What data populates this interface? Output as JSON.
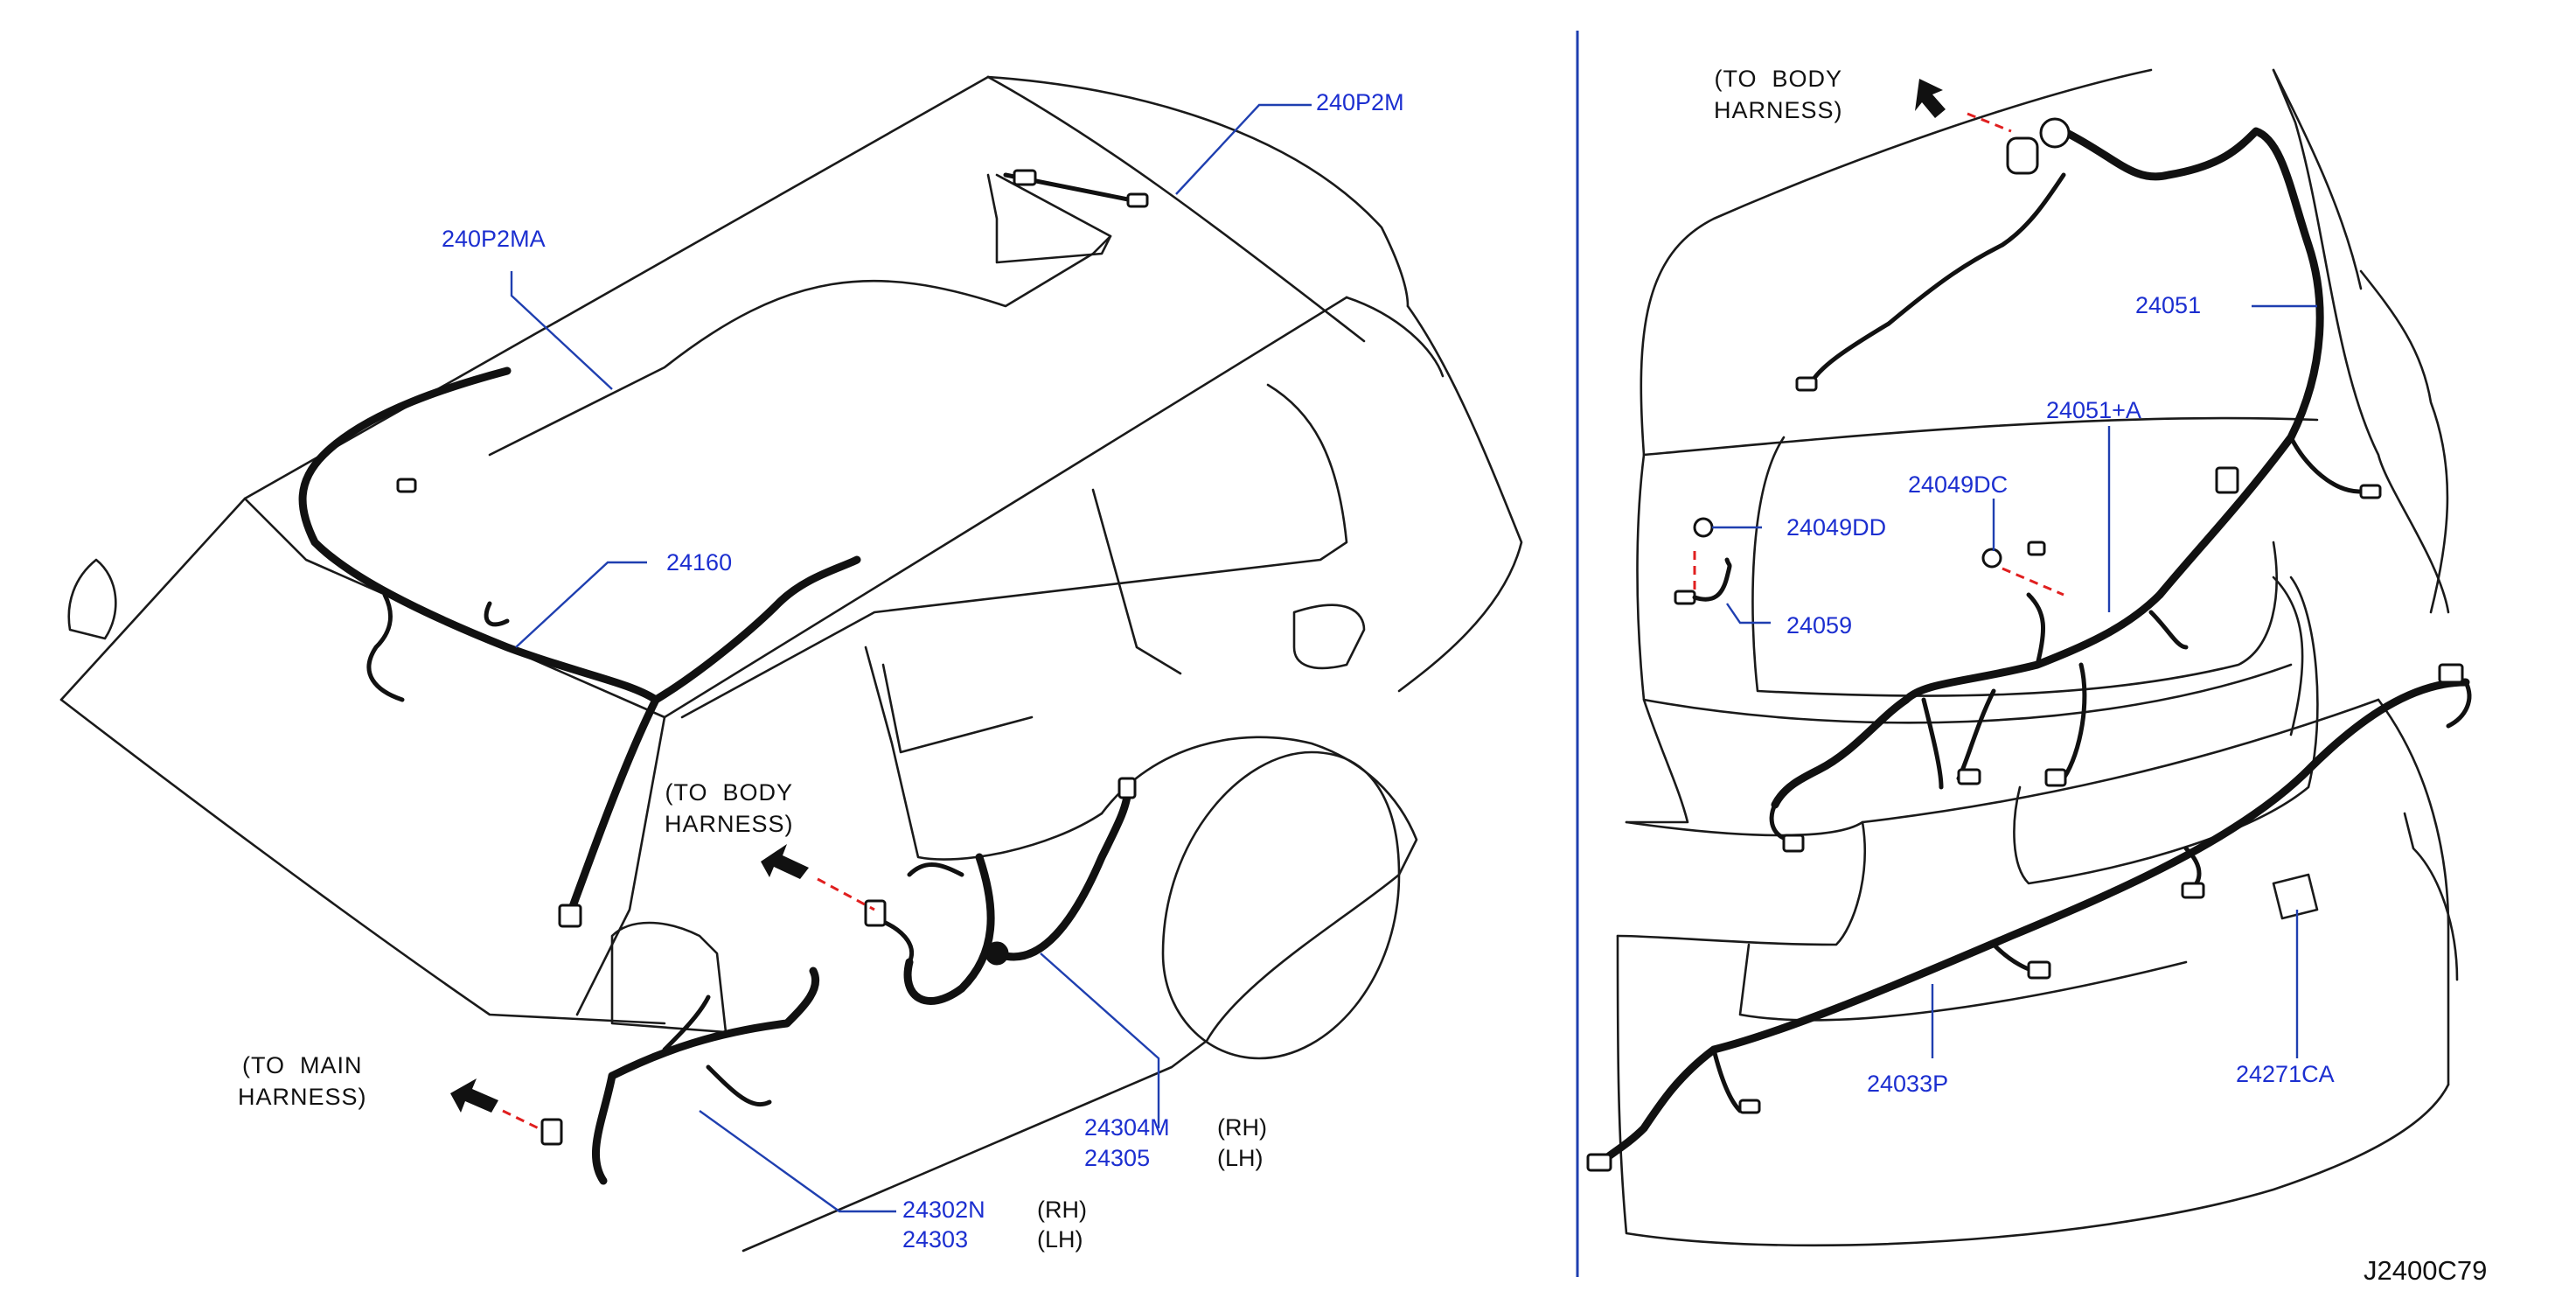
{
  "diagram": {
    "drawing_code": "J2400C79",
    "left_view": {
      "notes": {
        "to_body_harness": "(TO  BODY\nHARNESS)",
        "to_main_harness": "(TO  MAIN\nHARNESS)"
      },
      "parts": {
        "p_240P2M": "240P2M",
        "p_240P2MA": "240P2MA",
        "p_24160": "24160",
        "p_24304M": "24304M",
        "p_24305": "24305",
        "p_24302N": "24302N",
        "p_24303": "24303"
      },
      "sides": {
        "rh": "(RH)",
        "lh": "(LH)"
      }
    },
    "right_view": {
      "notes": {
        "to_body_harness": "(TO  BODY\nHARNESS)"
      },
      "parts": {
        "p_24051": "24051",
        "p_24051A": "24051+A",
        "p_24049DC": "24049DC",
        "p_24049DD": "24049DD",
        "p_24059": "24059",
        "p_24033P": "24033P",
        "p_24271CA": "24271CA"
      }
    },
    "colors": {
      "part_number": "#1c2fd0",
      "leader_line": "#1f3fb0",
      "mating_dash": "#e01f1f",
      "outline": "#1a1a1a"
    },
    "icons": [
      "direction-arrow-icon",
      "connector-icon",
      "grommet-icon"
    ]
  }
}
